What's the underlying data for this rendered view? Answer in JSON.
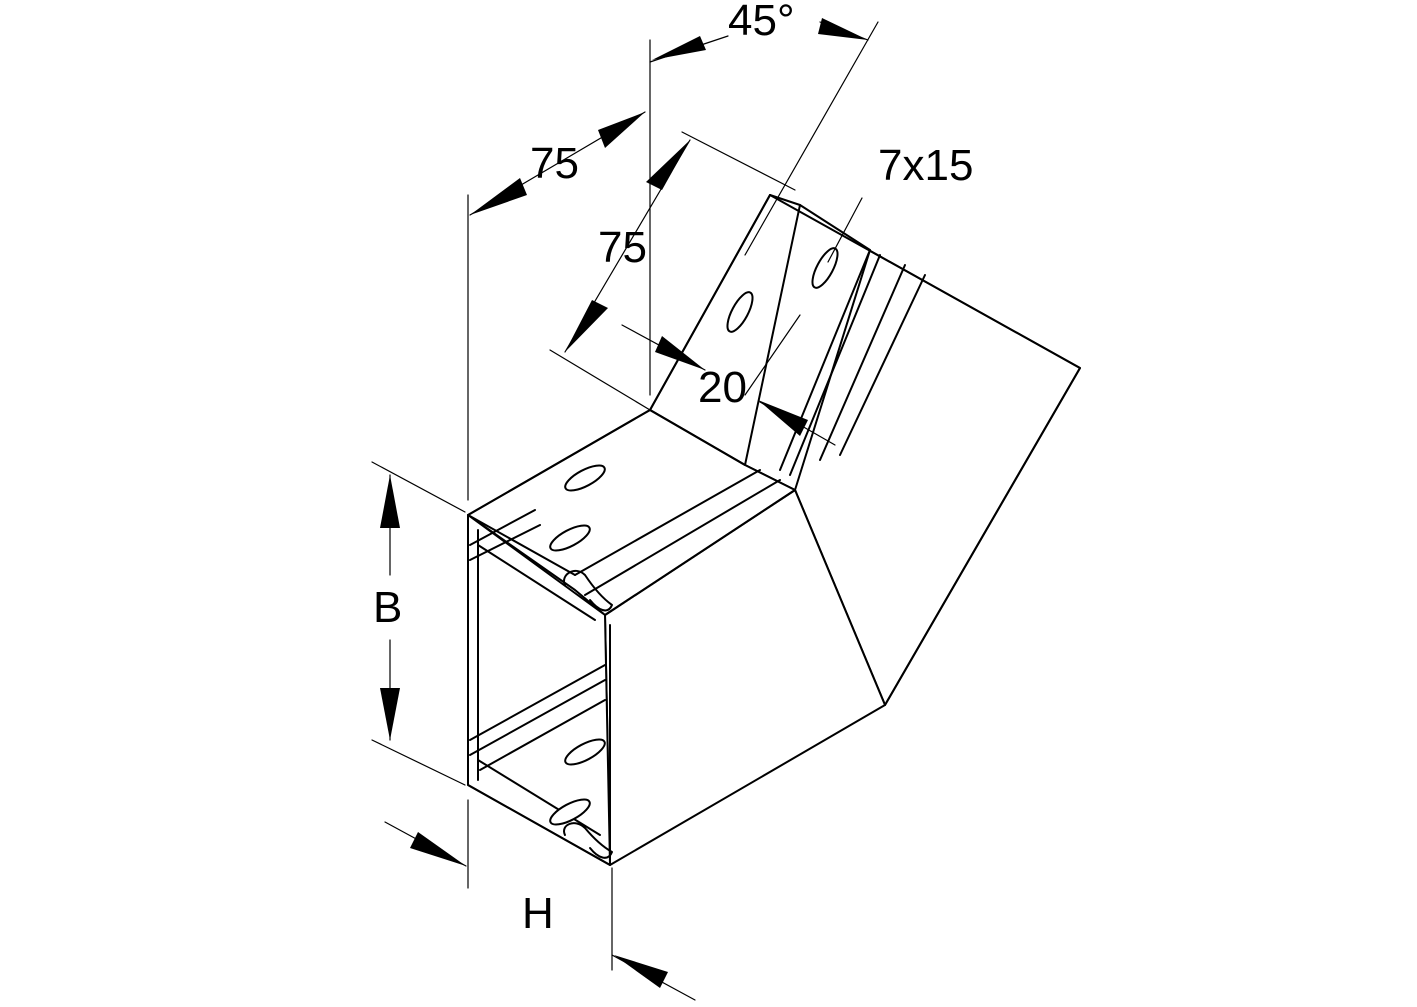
{
  "dimensions": {
    "angle": "45°",
    "leg_length_top": "75",
    "leg_length_side": "75",
    "slot_size": "7x15",
    "flange_width": "20",
    "width_label": "B",
    "height_label": "H"
  },
  "colors": {
    "line": "#000000",
    "background": "#ffffff"
  }
}
